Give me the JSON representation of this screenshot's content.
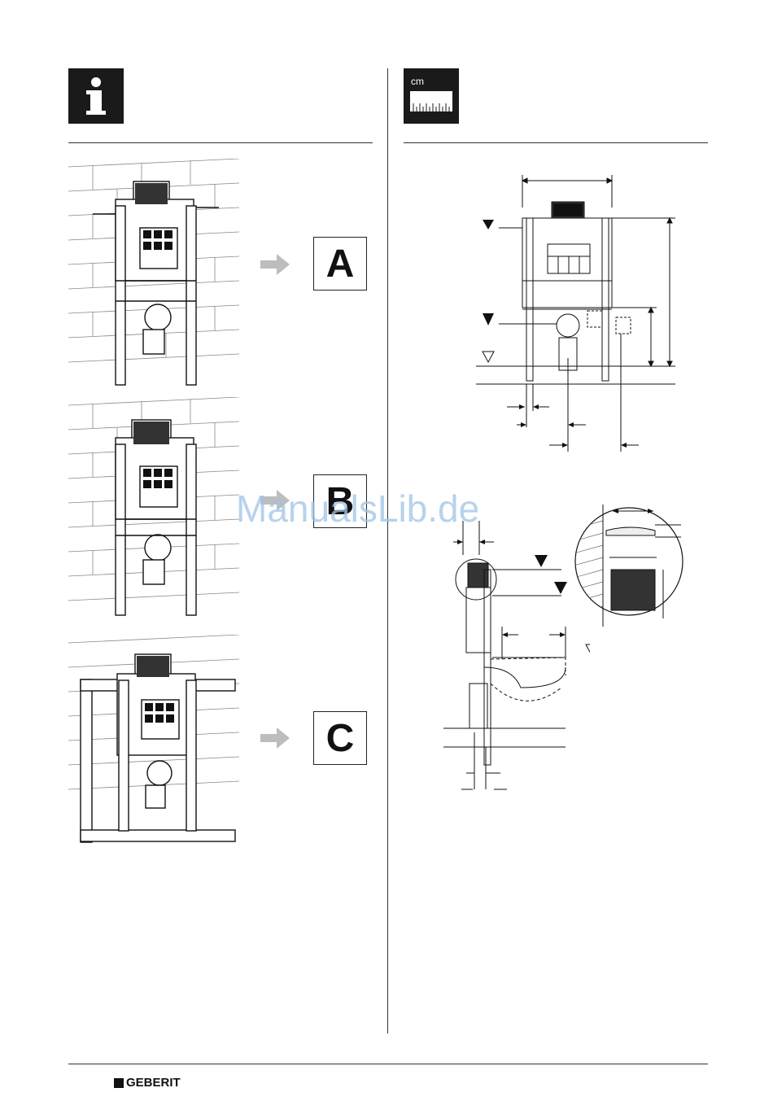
{
  "options": [
    {
      "id": "A",
      "label": "A"
    },
    {
      "id": "B",
      "label": "B"
    },
    {
      "id": "C",
      "label": "C"
    }
  ],
  "cm_icon": {
    "label": "cm"
  },
  "watermark": "ManualsLib.de",
  "footer": {
    "brand": "GEBERIT"
  },
  "frame_brand": "GEBERIT",
  "icons": [
    "info-icon",
    "measurement-ruler-icon",
    "arrow-right-icon"
  ]
}
